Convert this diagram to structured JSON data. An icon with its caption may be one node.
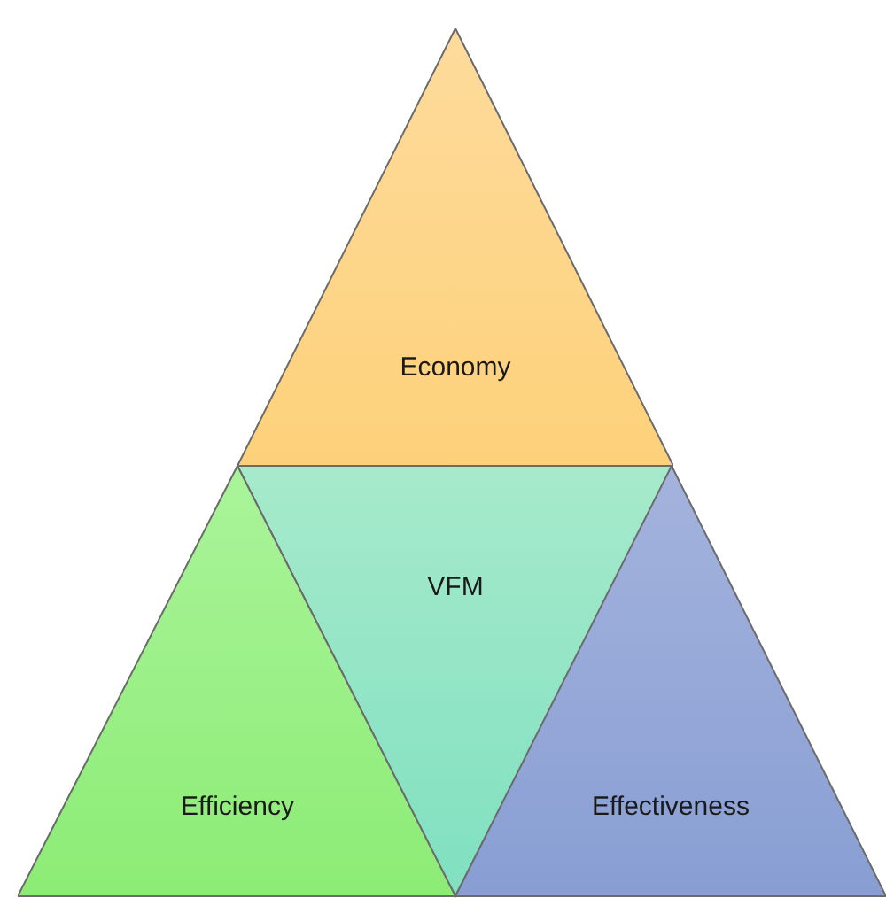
{
  "diagram": {
    "nodes": [
      {
        "text": [
          "Economy"
        ]
      },
      {
        "text": [
          "VFM"
        ]
      },
      {
        "text": [
          "Efficiency"
        ]
      },
      {
        "text": [
          "Effectiveness"
        ]
      }
    ]
  }
}
